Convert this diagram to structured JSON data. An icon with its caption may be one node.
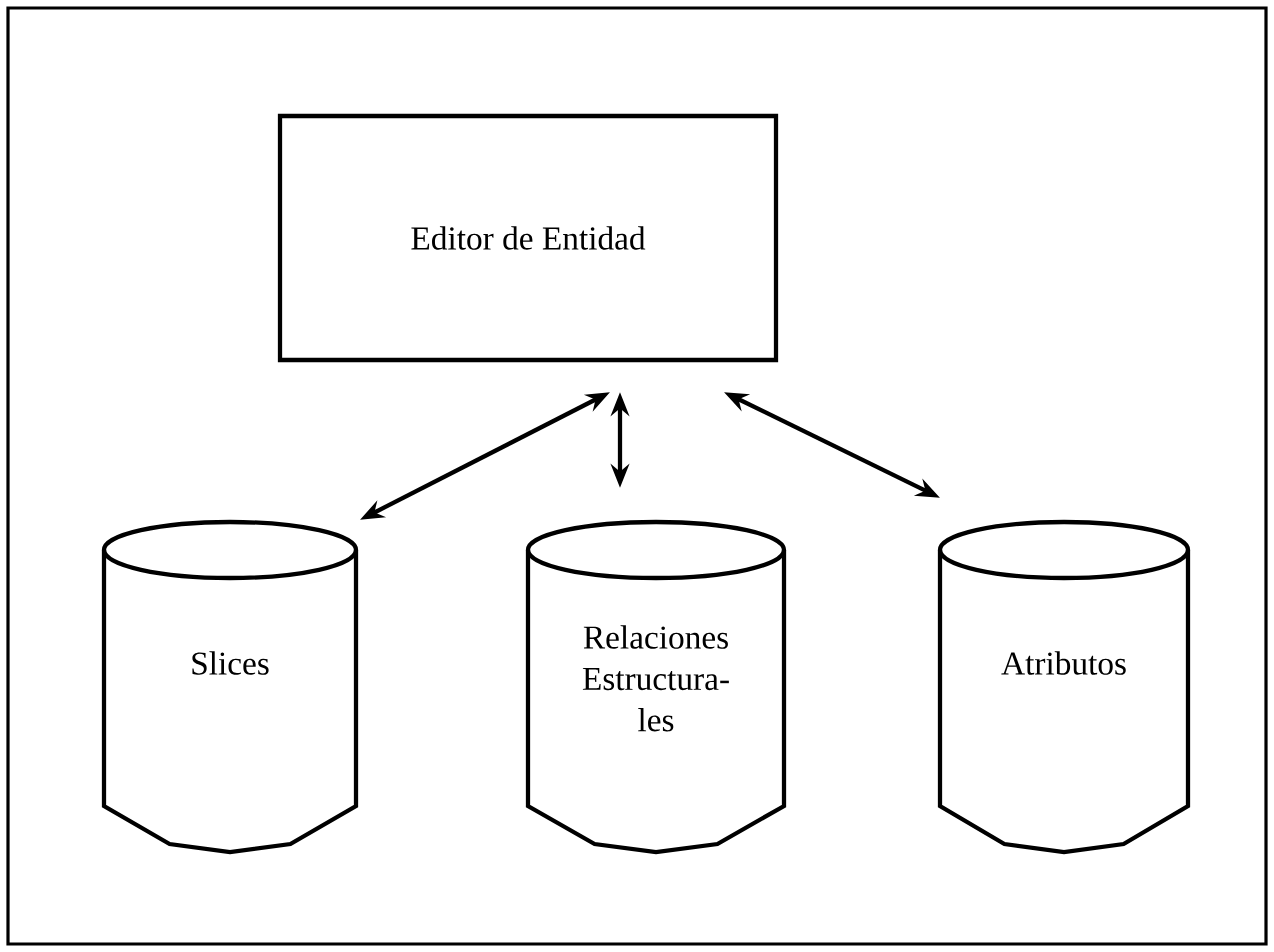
{
  "diagram": {
    "nodes": [
      {
        "text": [
          "Editor de Entidad"
        ]
      },
      {
        "text": [
          "Slices"
        ]
      },
      {
        "text": [
          "Relaciones Estructura- les"
        ]
      },
      {
        "text": [
          "Atributos"
        ]
      }
    ],
    "edges": [
      {
        "from": 0,
        "to": 1,
        "arrow": "both"
      },
      {
        "from": 0,
        "to": 2,
        "arrow": "both"
      },
      {
        "from": 0,
        "to": 3,
        "arrow": "both"
      }
    ]
  }
}
